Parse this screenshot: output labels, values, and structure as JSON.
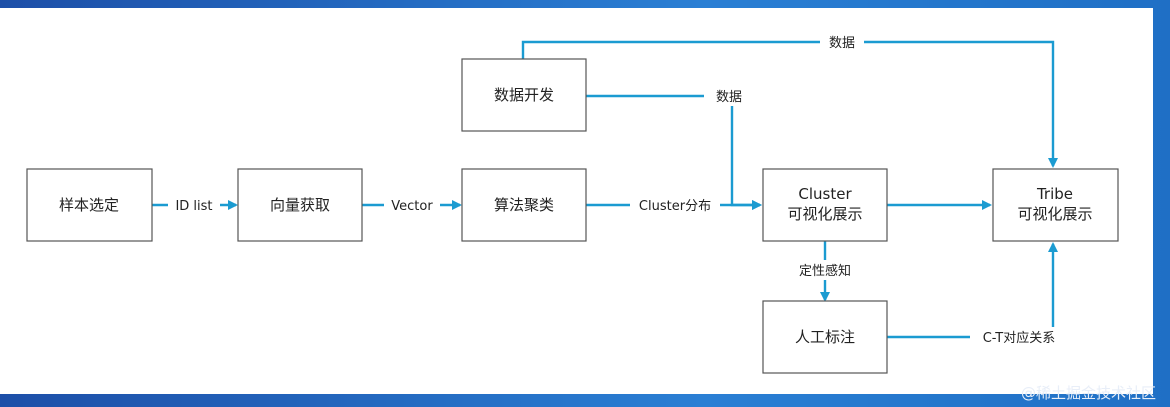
{
  "nodes": {
    "sample_select": "样本选定",
    "vector_fetch": "向量获取",
    "algo_cluster": "算法聚类",
    "data_dev": "数据开发",
    "cluster_viz_line1": "Cluster",
    "cluster_viz_line2": "可视化展示",
    "tribe_viz_line1": "Tribe",
    "tribe_viz_line2": "可视化展示",
    "manual_label": "人工标注"
  },
  "edges": {
    "id_list": "ID list",
    "vector": "Vector",
    "cluster_dist": "Cluster分布",
    "data_top": "数据",
    "data_mid": "数据",
    "qualitative": "定性感知",
    "ct_relation": "C-T对应关系"
  },
  "watermark": "@稀土掘金技术社区",
  "colors": {
    "edge": "#1b9bd1",
    "node_border": "#555555",
    "frame": "#1f6fc5"
  }
}
